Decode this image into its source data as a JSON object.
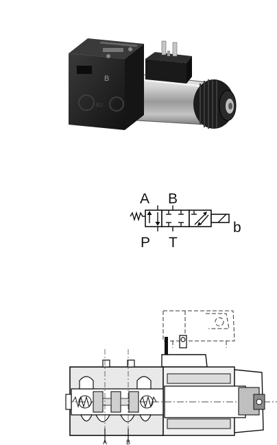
{
  "product_photo": {
    "body_mark": "B",
    "icon": "solenoid-valve-photo"
  },
  "hydraulic_symbol": {
    "ports": {
      "a": "A",
      "b": "B",
      "p": "P",
      "t": "T"
    },
    "solenoid_label": "b",
    "icons": [
      "spring-icon",
      "solenoid-icon",
      "flow-arrow-icon"
    ]
  },
  "section_view": {
    "port_labels": {
      "a": "A",
      "b": "B"
    },
    "icon": "valve-cross-section"
  },
  "colors": {
    "body_dark": "#1c1c1c",
    "coil_silver": "#c8c8c8",
    "line": "#111111",
    "section_fill": "#e9e9e9"
  }
}
